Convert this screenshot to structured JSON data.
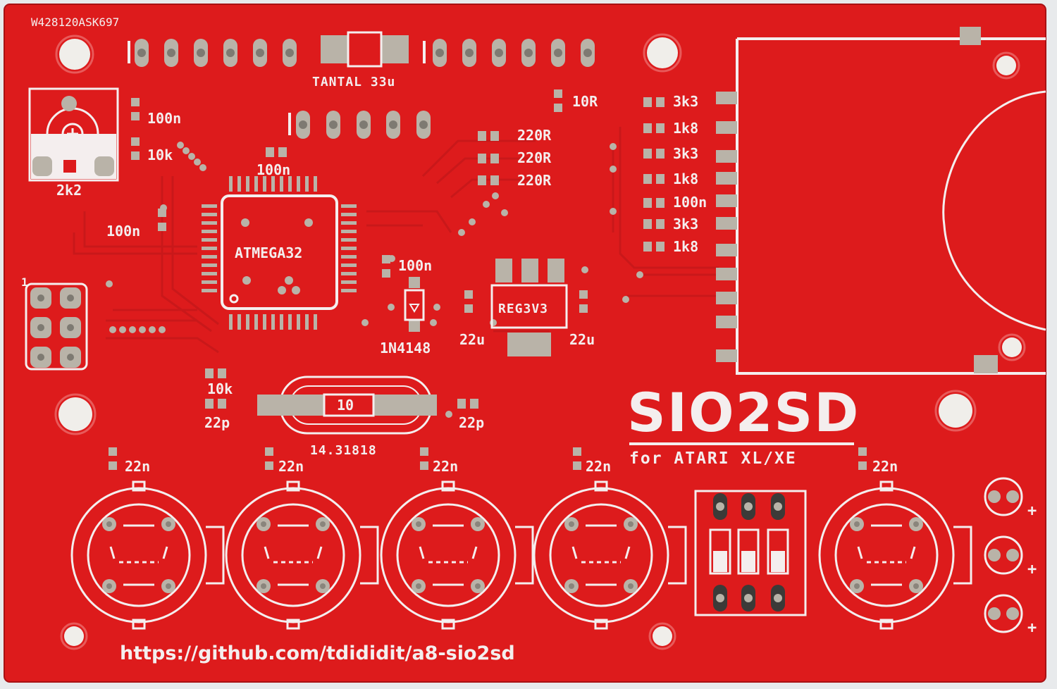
{
  "board": {
    "serial": "W428120ASK697",
    "title": "SIO2SD",
    "subtitle": "for ATARI XL/XE",
    "url": "https://github.com/tdididit/a8-sio2sd",
    "colors": {
      "pcb": "#dd1b1c",
      "silk": "#f4eeee",
      "pad": "#b9b3a8",
      "copper": "#c9181a"
    }
  },
  "labels": {
    "tantal": "TANTAL 33u",
    "r10": "10R",
    "c100n_a": "100n",
    "r10k_a": "10k",
    "pot": "2k2",
    "c100n_b": "100n",
    "c100n_c": "100n",
    "mcu": "ATMEGA32",
    "r220_1": "220R",
    "r220_2": "220R",
    "r220_3": "220R",
    "r3k3_1": "3k3",
    "r1k8_1": "1k8",
    "r3k3_2": "3k3",
    "r1k8_2": "1k8",
    "c100n_sd": "100n",
    "r3k3_3": "3k3",
    "r1k8_3": "1k8",
    "c100n_d": "100n",
    "diode": "1N4148",
    "reg": "REG3V3",
    "c22u_l": "22u",
    "c22u_r": "22u",
    "pin1": "1",
    "r10k_b": "10k",
    "c22p_l": "22p",
    "c22p_r": "22p",
    "xtal": "14.31818",
    "crystal_mark": "10",
    "c22n_1": "22n",
    "c22n_2": "22n",
    "c22n_3": "22n",
    "c22n_4": "22n",
    "c22n_5": "22n"
  },
  "icons": {
    "plus": "+",
    "hole": "mounting-hole-icon",
    "pad": "pad-icon"
  }
}
